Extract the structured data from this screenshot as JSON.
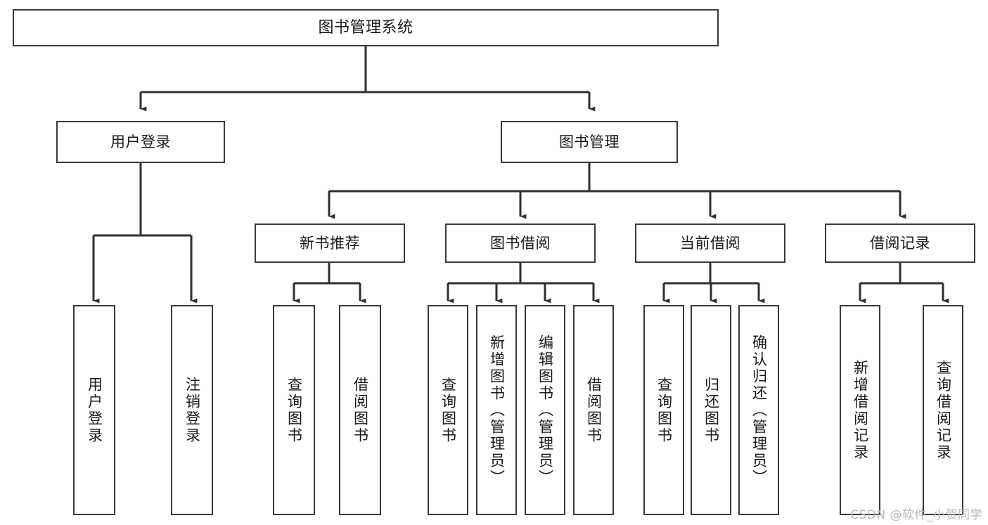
{
  "diagram": {
    "title": "图书管理系统",
    "type": "tree-hierarchy-diagram",
    "watermark": "CSDN @软件_小贺同学",
    "colors": {
      "box_border": "#3a3a3a",
      "box_fill": "#ffffff",
      "connector": "#2f2f2f",
      "text": "#1a1a1a",
      "watermark": "#b9b9b9",
      "background": "#ffffff"
    },
    "nodes": {
      "root": {
        "label": "图书管理系统"
      },
      "level1": [
        {
          "id": "user-login",
          "label": "用户登录"
        },
        {
          "id": "book-manage",
          "label": "图书管理"
        }
      ],
      "level2": [
        {
          "id": "new-book-recommend",
          "label": "新书推荐"
        },
        {
          "id": "book-borrow",
          "label": "图书借阅"
        },
        {
          "id": "current-borrow",
          "label": "当前借阅"
        },
        {
          "id": "borrow-record",
          "label": "借阅记录"
        }
      ],
      "leaves": {
        "user_login": [
          {
            "id": "leaf-user-login",
            "label": "用户登录"
          },
          {
            "id": "leaf-logout-login",
            "label": "注销登录"
          }
        ],
        "new_book_recommend": [
          {
            "id": "leaf-query-book-1",
            "label": "查询图书"
          },
          {
            "id": "leaf-borrow-book-1",
            "label": "借阅图书"
          }
        ],
        "book_borrow": [
          {
            "id": "leaf-query-book-2",
            "label": "查询图书"
          },
          {
            "id": "leaf-add-book",
            "label": "新增图书（管理员）"
          },
          {
            "id": "leaf-edit-book",
            "label": "编辑图书（管理员）"
          },
          {
            "id": "leaf-borrow-book-2",
            "label": "借阅图书"
          }
        ],
        "current_borrow": [
          {
            "id": "leaf-query-book-3",
            "label": "查询图书"
          },
          {
            "id": "leaf-return-book",
            "label": "归还图书"
          },
          {
            "id": "leaf-confirm-return",
            "label": "确认归还（管理员）"
          }
        ],
        "borrow_record": [
          {
            "id": "leaf-add-borrow-record",
            "label": "新增借阅记录"
          },
          {
            "id": "leaf-query-borrow-record",
            "label": "查询借阅记录"
          }
        ]
      }
    }
  }
}
